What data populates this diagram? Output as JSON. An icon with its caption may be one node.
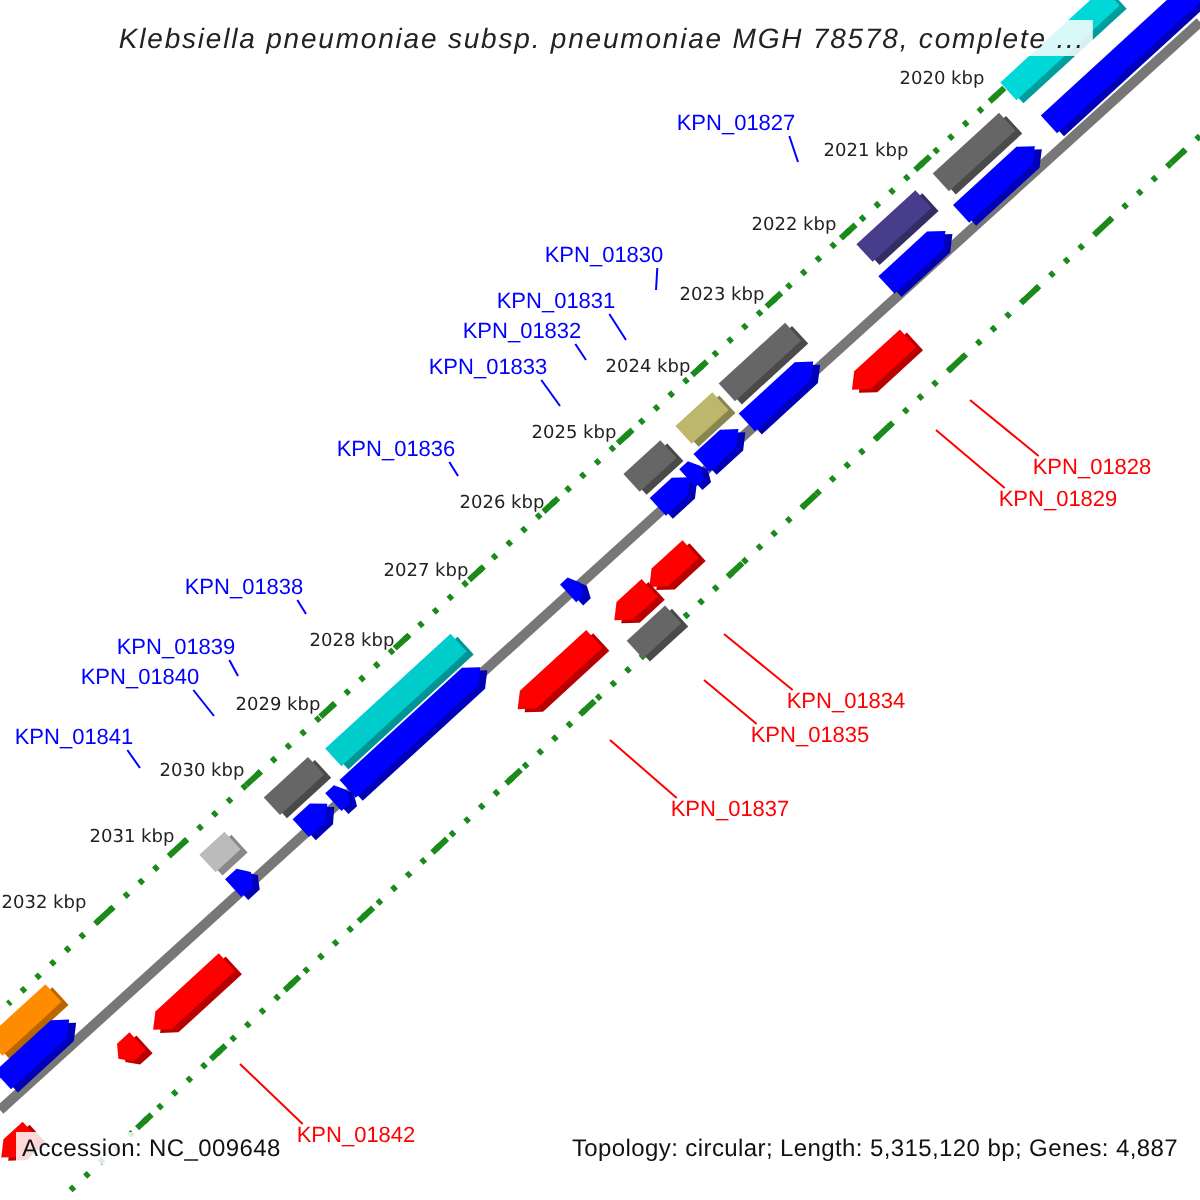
{
  "diagram": {
    "title": "Klebsiella pneumoniae subsp. pneumoniae MGH 78578, complete ...",
    "nodes": [
      {
        "text": [
          "KPN_01827"
        ]
      },
      {
        "text": [
          "KPN_01830"
        ]
      },
      {
        "text": [
          "KPN_01831"
        ]
      },
      {
        "text": [
          "KPN_01832"
        ]
      },
      {
        "text": [
          "KPN_01833"
        ]
      },
      {
        "text": [
          "KPN_01836"
        ]
      },
      {
        "text": [
          "KPN_01828"
        ]
      },
      {
        "text": [
          "KPN_01829"
        ]
      },
      {
        "text": [
          "KPN_01838"
        ]
      },
      {
        "text": [
          "KPN_01839"
        ]
      },
      {
        "text": [
          "KPN_01840"
        ]
      },
      {
        "text": [
          "KPN_01834"
        ]
      },
      {
        "text": [
          "KPN_01835"
        ]
      },
      {
        "text": [
          "KPN_01841"
        ]
      },
      {
        "text": [
          "KPN_01837"
        ]
      },
      {
        "text": [
          "KPN_01842"
        ]
      }
    ],
    "edges": [
      {
        "from": 0,
        "to": null,
        "arrow": "none"
      },
      {
        "from": 1,
        "to": null,
        "arrow": "none"
      },
      {
        "from": 2,
        "to": null,
        "arrow": "none"
      },
      {
        "from": 3,
        "to": null,
        "arrow": "none"
      },
      {
        "from": 4,
        "to": null,
        "arrow": "none"
      },
      {
        "from": 5,
        "to": null,
        "arrow": "none"
      },
      {
        "from": 6,
        "to": null,
        "arrow": "none",
        "color": "#ff0000"
      },
      {
        "from": 7,
        "to": null,
        "arrow": "none",
        "color": "#ff0000"
      },
      {
        "from": 8,
        "to": null,
        "arrow": "none"
      },
      {
        "from": 9,
        "to": null,
        "arrow": "none"
      },
      {
        "from": 10,
        "to": null,
        "arrow": "none"
      },
      {
        "from": 11,
        "to": null,
        "arrow": "none",
        "color": "#ff0000"
      },
      {
        "from": 12,
        "to": null,
        "arrow": "none",
        "color": "#ff0000"
      },
      {
        "from": 13,
        "to": null,
        "arrow": "none"
      },
      {
        "from": 14,
        "to": null,
        "arrow": "none",
        "color": "#ff0000"
      },
      {
        "from": 15,
        "to": null,
        "arrow": "none",
        "color": "#ff0000"
      }
    ],
    "labels": [
      "2020 kbp",
      "2021 kbp",
      "2022 kbp",
      "2023 kbp",
      "2024 kbp",
      "2025 kbp",
      "2026 kbp",
      "2027 kbp",
      "2028 kbp",
      "2029 kbp",
      "2030 kbp",
      "2031 kbp",
      "2032 kbp",
      "Accession: NC_009648",
      "Topology: circular; Length: 5,315,120 bp; Genes: 4,887"
    ]
  }
}
